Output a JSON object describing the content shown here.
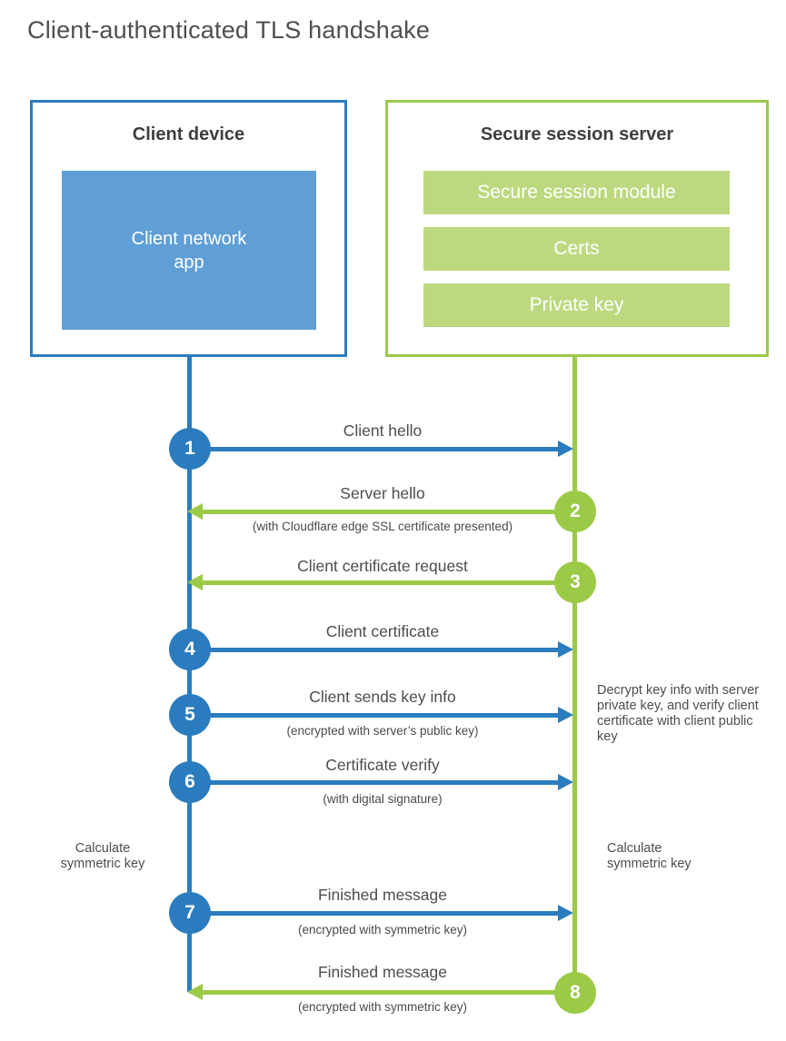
{
  "title": "Client-authenticated TLS handshake",
  "colors": {
    "blue": "#2b7cbe",
    "blue_fill": "#5f9fd6",
    "green": "#9bca47",
    "green_fill": "#bcd97f"
  },
  "client_box": {
    "title": "Client device",
    "app_label": "Client network\napp"
  },
  "server_box": {
    "title": "Secure session server",
    "modules": [
      "Secure session module",
      "Certs",
      "Private key"
    ]
  },
  "steps": [
    {
      "number": "1",
      "label": "Client hello",
      "sublabel": "",
      "direction": "right",
      "actor": "client"
    },
    {
      "number": "2",
      "label": "Server hello",
      "sublabel": "(with Cloudflare edge SSL certificate presented)",
      "direction": "left",
      "actor": "server"
    },
    {
      "number": "3",
      "label": "Client certificate request",
      "sublabel": "",
      "direction": "left",
      "actor": "server"
    },
    {
      "number": "4",
      "label": "Client certificate",
      "sublabel": "",
      "direction": "right",
      "actor": "client"
    },
    {
      "number": "5",
      "label": "Client sends key info",
      "sublabel": "(encrypted with server’s public key)",
      "direction": "right",
      "actor": "client"
    },
    {
      "number": "6",
      "label": "Certificate verify",
      "sublabel": "(with digital signature)",
      "direction": "right",
      "actor": "client"
    },
    {
      "number": "7",
      "label": "Finished message",
      "sublabel": "(encrypted with symmetric key)",
      "direction": "right",
      "actor": "client"
    },
    {
      "number": "8",
      "label": "Finished message",
      "sublabel": "(encrypted with symmetric key)",
      "direction": "left",
      "actor": "server"
    }
  ],
  "annotations": {
    "decrypt_note": "Decrypt key info with server private key, and verify client certificate with client public key",
    "calc_left": "Calculate\nsymmetric key",
    "calc_right": "Calculate\nsymmetric key"
  }
}
